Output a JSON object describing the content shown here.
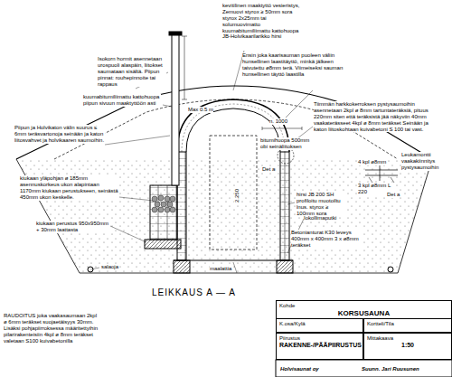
{
  "diagram": {
    "title": "LEIKKAUS A — A",
    "nodes": [
      {
        "text": [
          "Kohde",
          "KORSUSAUNA"
        ]
      },
      {
        "text": [
          "K.osa/Kylä"
        ]
      },
      {
        "text": [
          "Kortteli/Tila"
        ]
      },
      {
        "text": [
          "Piirustus",
          "RAKENNE-/PÄÄPIIRUSTUS"
        ]
      },
      {
        "text": [
          "Mittakaava",
          "1:50"
        ]
      }
    ],
    "labels": [
      "kevitilinen maaktyttö vesieristys, Zemuovi styrox ≥ 50mm sora styrox 2x25mm tai solumuovimatto kuumabitumiliimattu kattohuopa JB-Holvikaarilarikko hirsi",
      "Isokorn hormit asennetaan urospuoli alaspäin, liitokset saumataan sisältä. Piipun pinnat: rouhepinnoite tai rappaus",
      "kuumabitumiliimattu kattohuopa piipun sivuun maaktyttöön asti",
      "Piipun ja Holvikaton välin suurus ≤ 6mm teräsvartonoja seinään ja katon liitosvahvet ja holvikaaren saumoihin.",
      "Max 0.5 m",
      "Ensin joka kaarisauman puoleen väliin hunsellinen laastitäyttö, minkä jälkeen taivutettu ø8mm terä. Viimeiseksi sauman hunsellinen täyttö laastilla",
      "Tiimmän harkkokerroksen pystysaumoihin asennetaan 2kpl ø 8mm tartuntateräksiä, pituus 220mm siten että teräksistä jää näkyviin 40mm vaakaterässeet 4kpl ø 8mm teräkset Seinään ja katon liitoskohtaan kuivabetoni S 100 tai vast.",
      "4 kpl ø8mm",
      "Leukamontti vaakakiinnitys pystysaumoihin",
      "3 kpl ø8mm L 220",
      "Det a",
      "n. 1000",
      "bitumihuopa 500mm obi seinäliitoksen",
      "Det a",
      "kiukaan yläpohjan ø 185mm asennuskorkeus ukon alapintaan 1170mm kiukaan perustukseen, seinästä 450mm ukon keskelle.",
      "kiukaan perustus 950x950mm + 30mm laattasta",
      "hirsi JB 200 SH profiloitu muotoiltu lnus. styrox ≥ 100mm sora",
      "Iokollimaputki",
      "Betonianturat K30 leveys 400mm x 400mm 3 x ø8mm teräkset",
      "salaoja",
      "maalattia",
      "2.250",
      "RAUDOITUS joka vaakasaumaan 2kpl ø 6mm teräkset suojaetäisyys 30mm. Lisäksi pohjapiirroksessa määritettyihin pilarirakenteisiin 4kpl ø 8mm teräkset valetaan S100 kuivabetonilla",
      "Suunn. Jari Ruusunen",
      "Holvisaunat oy"
    ]
  }
}
